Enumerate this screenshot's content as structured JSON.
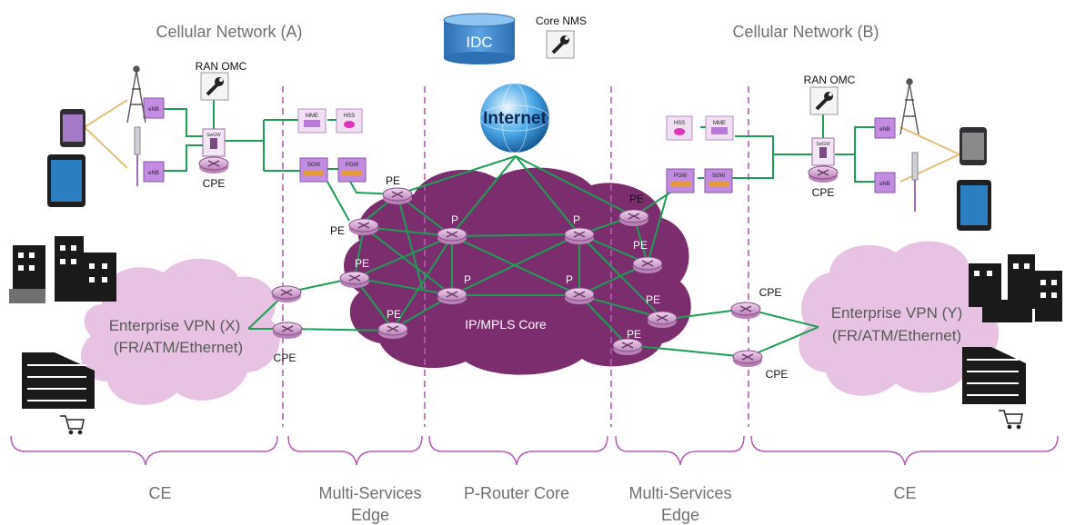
{
  "network_a_title": "Cellular Network (A)",
  "network_b_title": "Cellular Network (B)",
  "idc_label": "IDC",
  "core_nms_label": "Core NMS",
  "internet_label": "Internet",
  "core_cloud_label": "IP/MPLS Core",
  "ran_omc_label": "RAN OMC",
  "cpe_label": "CPE",
  "pe_label": "PE",
  "p_label": "P",
  "enodeb_label": "eNB",
  "swgw_label": "SwGW",
  "elements": {
    "mme": "MME",
    "hss": "HSS",
    "sgw": "SGW",
    "pgw": "PGW"
  },
  "vpn_x": {
    "line1": "Enterprise VPN (X)",
    "line2": "(FR/ATM/Ethernet)"
  },
  "vpn_y": {
    "line1": "Enterprise VPN (Y)",
    "line2": "(FR/ATM/Ethernet)"
  },
  "sections": [
    {
      "line1": "CE",
      "line2": ""
    },
    {
      "line1": "Multi-Services",
      "line2": "Edge"
    },
    {
      "line1": "P-Router Core",
      "line2": ""
    },
    {
      "line1": "Multi-Services",
      "line2": "Edge"
    },
    {
      "line1": "CE",
      "line2": ""
    }
  ],
  "colors": {
    "link": "#1e9e55",
    "core_cloud": "#7b2d6e",
    "vpn_cloud": "#e7c2e3",
    "divider": "#b45db5",
    "bracket": "#b25cb2",
    "router": "#d8a6d6",
    "element": "#b87ad6",
    "radio": "#e3c07a"
  }
}
